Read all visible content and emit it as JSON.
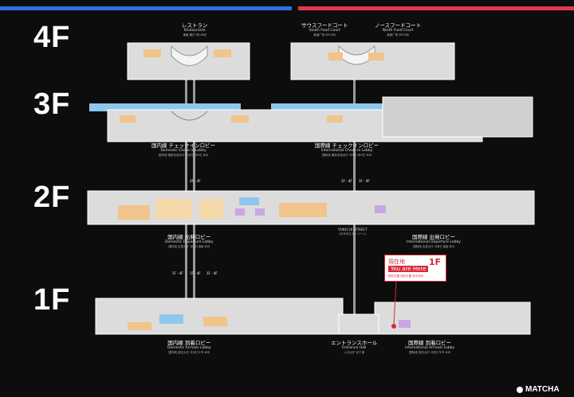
{
  "floors": [
    "4F",
    "3F",
    "2F",
    "1F"
  ],
  "areas": {
    "f4_left": {
      "jp": "レストラン",
      "en": "Restaurants",
      "sub": "美食 餐厅 레스토랑"
    },
    "f4_mid": {
      "jp": "サウスフードコート",
      "en": "South Food Court",
      "sub": "美食广场 푸드코트"
    },
    "f4_right": {
      "jp": "ノースフードコート",
      "en": "North Food Court",
      "sub": "美食广场 푸드코트"
    },
    "f3_dom": {
      "jp": "国内線 チェックインロビー",
      "en": "Domestic Check-in Lobby",
      "sub": "国内线 值机手续大厅  국내선 체크인 로비"
    },
    "f3_int": {
      "jp": "国際線 チェックインロビー",
      "en": "International Check-in Lobby",
      "sub": "国际线 值机手续大厅  국제선 체크인 로비"
    },
    "f2_dom": {
      "jp": "国内線 出発ロビー",
      "en": "Domestic Departure Lobby",
      "sub": "国内线 出发大厅  국내선 출발 로비"
    },
    "f2_yu": {
      "jp": "YUKICHI STREET",
      "en": "(ゆきみちストリート)",
      "sub": ""
    },
    "f2_int": {
      "jp": "国際線 出発ロビー",
      "en": "International Departure Lobby",
      "sub": "国际线 出发大厅  국제선 출발 로비"
    },
    "f1_dom": {
      "jp": "国内線 到着ロビー",
      "en": "Domestic Arrivals Lobby",
      "sub": "国内线 到达大厅  국내선 도착 로비"
    },
    "f1_ent": {
      "jp": "エントランスホール",
      "en": "Entrance Hall",
      "sub": "入口大厅  입구 홀"
    },
    "f1_int": {
      "jp": "国際線 到着ロビー",
      "en": "International Arrivals Lobby",
      "sub": "国际线 到达大厅  국제선 도착 로비"
    }
  },
  "elevators": {
    "a": "2F - 4F",
    "b": "1F - 4F",
    "c": "1F - 4F",
    "d": "1F - 4F",
    "e": "1F - 4F",
    "f": "1F - 4F"
  },
  "you_are_here": {
    "jp": "現在地",
    "floor": "1F",
    "en": "You are Here",
    "multi": "現在位置  现在位置  현재 위치"
  },
  "brand": "MATCHA",
  "colors": {
    "top_left_bar": "#2f6fe0",
    "top_right_bar": "#e03a4a",
    "marker": "#d92a3a",
    "map_fill": "#d9d9d9"
  }
}
